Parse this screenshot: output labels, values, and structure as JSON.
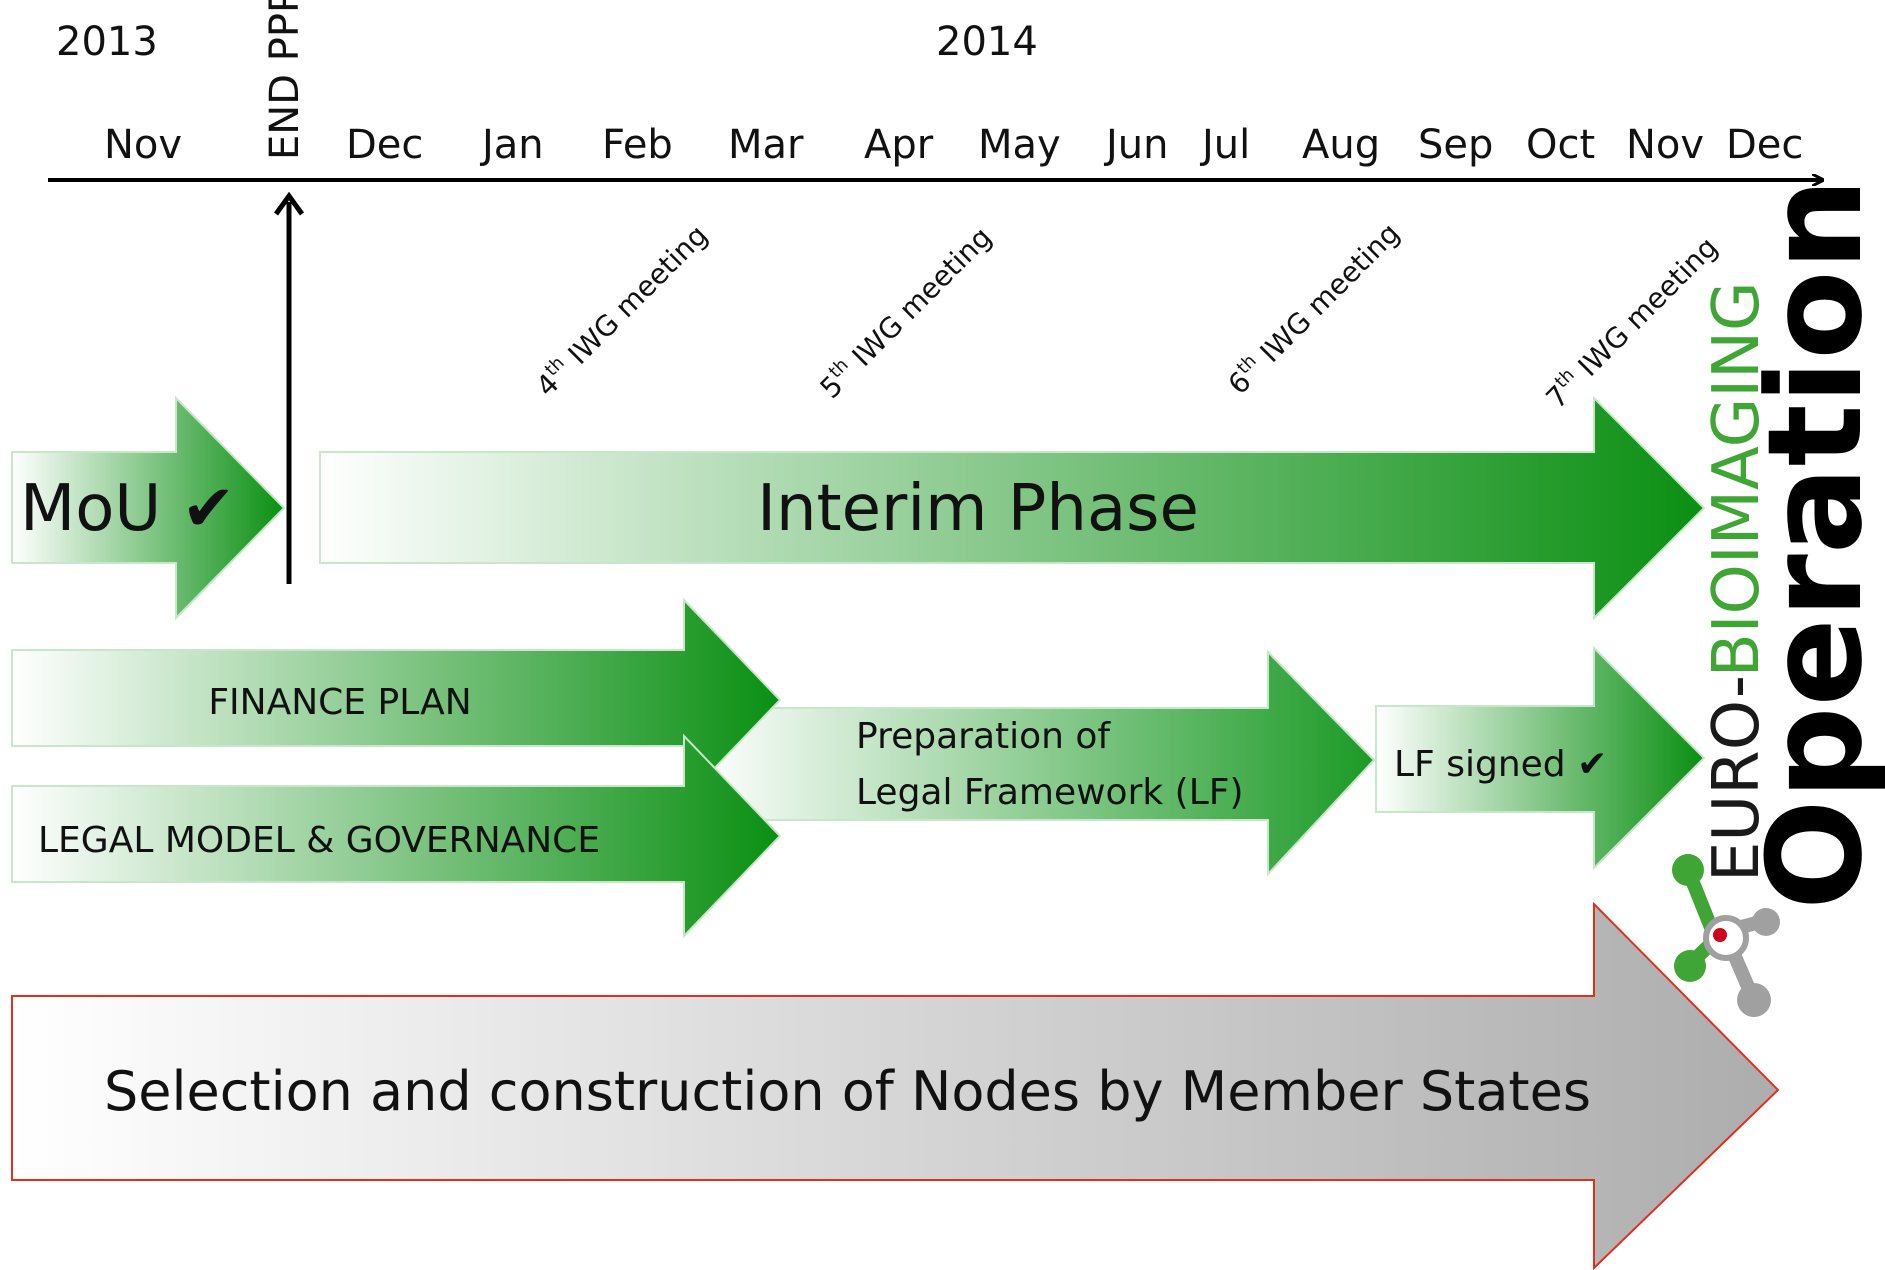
{
  "years": {
    "first": "2013",
    "second": "2014"
  },
  "end_marker": "END PPP",
  "months": [
    "Nov",
    "Dec",
    "Jan",
    "Feb",
    "Mar",
    "Apr",
    "May",
    "Jun",
    "Jul",
    "Aug",
    "Sep",
    "Oct",
    "Nov",
    "Dec"
  ],
  "meetings": [
    {
      "num": "4",
      "sup": "th",
      "text": " IWG meeting"
    },
    {
      "num": "5",
      "sup": "th",
      "text": " IWG meeting"
    },
    {
      "num": "6",
      "sup": "th",
      "text": " IWG meeting"
    },
    {
      "num": "7",
      "sup": "th",
      "text": " IWG meeting"
    }
  ],
  "phases": {
    "mou": "MoU ✔",
    "interim": "Interim Phase",
    "finance": "FINANCE PLAN",
    "legal_model": "LEGAL MODEL & GOVERNANCE",
    "prep_line1": "Preparation of",
    "prep_line2": "Legal Framework (LF)",
    "lf_signed": "LF signed ✔",
    "nodes": "Selection and construction of Nodes by Member States"
  },
  "logo": {
    "euro": "EURO-",
    "bio": "BIOIMAGING",
    "operation": "Operation"
  },
  "colors": {
    "green_dark": "#0a8f12",
    "green_light": "#ffffff",
    "grey": "#b3b3b3",
    "red_outline": "#e0301e",
    "logo_green": "#3fa535",
    "logo_red": "#d0021b"
  }
}
